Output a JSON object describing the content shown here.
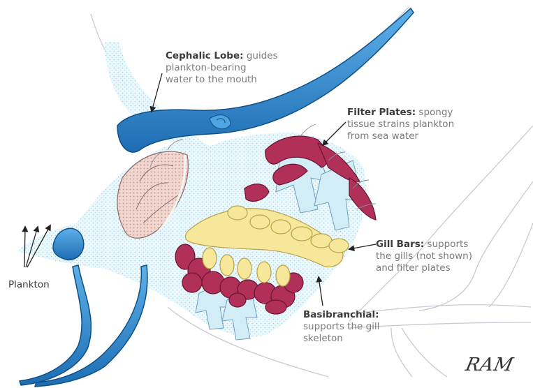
{
  "labels": {
    "cephalic": {
      "title": "Cephalic Lobe:",
      "lines": [
        "guides",
        "plankton-bearing",
        "water to the mouth"
      ]
    },
    "filter": {
      "title": "Filter Plates:",
      "lines": [
        "spongy",
        "tissue strains plankton",
        "from sea water"
      ]
    },
    "gill": {
      "title": "Gill Bars:",
      "lines": [
        "supports",
        "the gills (not shown)",
        "and filter plates"
      ]
    },
    "basibranchial": {
      "title": "Basibranchial:",
      "lines": [
        "supports the gill",
        "skeleton"
      ]
    },
    "plankton": {
      "title": "Plankton"
    }
  },
  "signature": "RAM",
  "colors": {
    "cephalic_blue": "#2f86cc",
    "filter_plate": "#b0305a",
    "gill_bar": "#f7e79a",
    "water": "#bfe3f1"
  }
}
